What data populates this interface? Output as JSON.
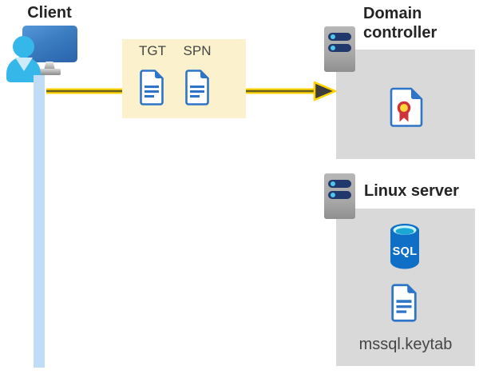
{
  "client": {
    "label": "Client",
    "icon": "client-computer-user-icon"
  },
  "token_box": {
    "tgt_label": "TGT",
    "spn_label": "SPN",
    "tgt_icon": "document-icon",
    "spn_icon": "document-icon"
  },
  "arrow": {
    "icon": "yellow-right-arrow-icon"
  },
  "timeline": {
    "icon": "client-lifeline-bar"
  },
  "domain_controller": {
    "label": "Domain controller",
    "server_icon": "server-icon",
    "certificate_icon": "certificate-icon"
  },
  "linux_server": {
    "label": "Linux server",
    "server_icon": "server-icon",
    "sql_icon": "sql-database-icon",
    "sql_label": "SQL",
    "keytab_icon": "document-icon",
    "keytab_label": "mssql.keytab"
  },
  "colors": {
    "highlight_box": "#FBF2CD",
    "group_box": "#D9D9D9",
    "arrow_yellow": "#FFD400",
    "arrow_core": "#6A611C",
    "arrowhead_gray": "#3D3D3D",
    "accent_blue": "#2E74C8",
    "client_cyan": "#36B7E9",
    "timeline_blue": "#C1DCF6",
    "server_navy": "#20386B",
    "server_dot": "#4EC7F0"
  }
}
